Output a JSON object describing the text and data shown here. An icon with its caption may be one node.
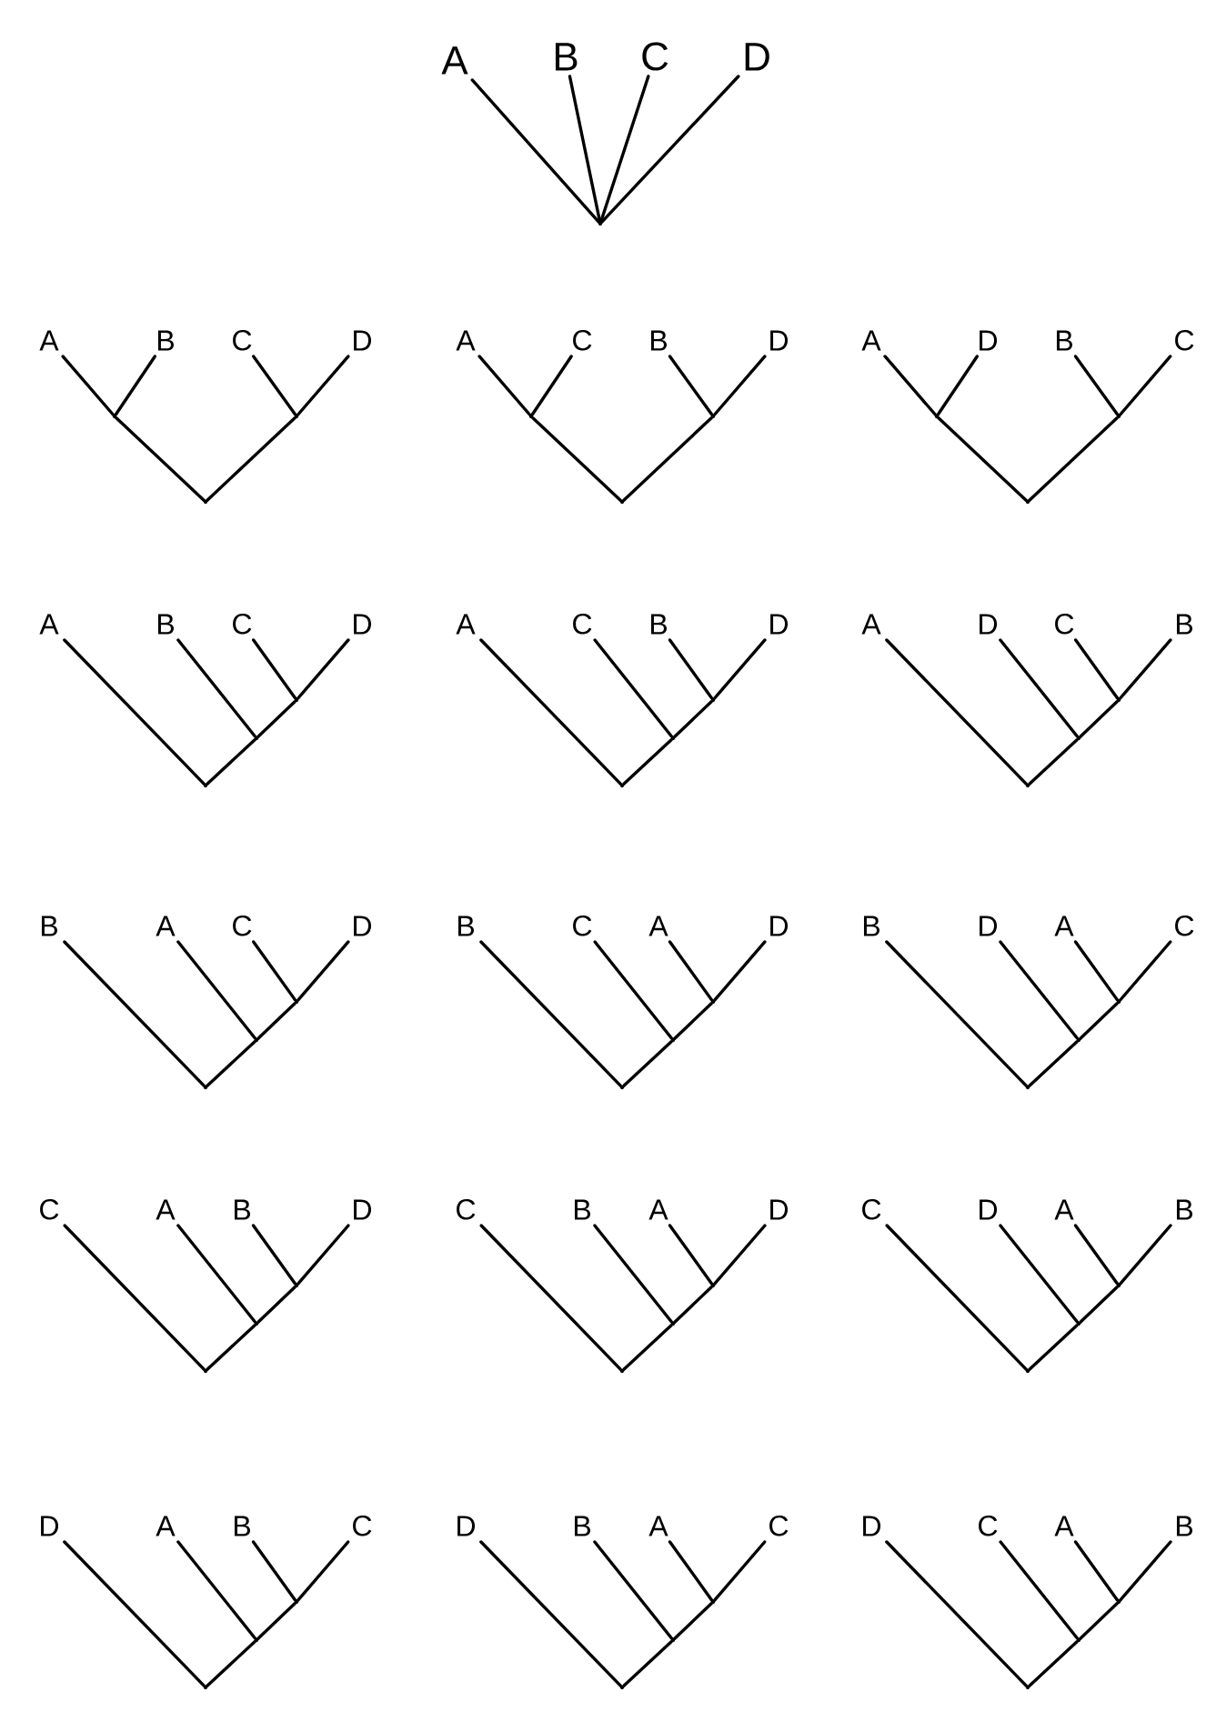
{
  "diagram": {
    "nodes": [
      {
        "text": [
          "A"
        ]
      },
      {
        "text": [
          "B"
        ]
      },
      {
        "text": [
          "C"
        ]
      },
      {
        "text": [
          "D"
        ]
      },
      {
        "text": [],
        "shape": "point"
      },
      {
        "text": [
          "A"
        ]
      },
      {
        "text": [
          "B"
        ]
      },
      {
        "text": [
          "C"
        ]
      },
      {
        "text": [
          "D"
        ]
      },
      {
        "text": [],
        "shape": "point"
      },
      {
        "text": [],
        "shape": "point"
      },
      {
        "text": [],
        "shape": "point"
      },
      {
        "text": [
          "A"
        ]
      },
      {
        "text": [
          "C"
        ]
      },
      {
        "text": [
          "B"
        ]
      },
      {
        "text": [
          "D"
        ]
      },
      {
        "text": [],
        "shape": "point"
      },
      {
        "text": [],
        "shape": "point"
      },
      {
        "text": [],
        "shape": "point"
      },
      {
        "text": [
          "A"
        ]
      },
      {
        "text": [
          "D"
        ]
      },
      {
        "text": [
          "B"
        ]
      },
      {
        "text": [
          "C"
        ]
      },
      {
        "text": [],
        "shape": "point"
      },
      {
        "text": [],
        "shape": "point"
      },
      {
        "text": [],
        "shape": "point"
      },
      {
        "text": [
          "A"
        ]
      },
      {
        "text": [
          "B"
        ]
      },
      {
        "text": [
          "C"
        ]
      },
      {
        "text": [
          "D"
        ]
      },
      {
        "text": [],
        "shape": "point"
      },
      {
        "text": [],
        "shape": "point"
      },
      {
        "text": [],
        "shape": "point"
      },
      {
        "text": [
          "A"
        ]
      },
      {
        "text": [
          "C"
        ]
      },
      {
        "text": [
          "B"
        ]
      },
      {
        "text": [
          "D"
        ]
      },
      {
        "text": [],
        "shape": "point"
      },
      {
        "text": [],
        "shape": "point"
      },
      {
        "text": [],
        "shape": "point"
      },
      {
        "text": [
          "A"
        ]
      },
      {
        "text": [
          "D"
        ]
      },
      {
        "text": [
          "C"
        ]
      },
      {
        "text": [
          "B"
        ]
      },
      {
        "text": [],
        "shape": "point"
      },
      {
        "text": [],
        "shape": "point"
      },
      {
        "text": [],
        "shape": "point"
      },
      {
        "text": [
          "B"
        ]
      },
      {
        "text": [
          "A"
        ]
      },
      {
        "text": [
          "C"
        ]
      },
      {
        "text": [
          "D"
        ]
      },
      {
        "text": [],
        "shape": "point"
      },
      {
        "text": [],
        "shape": "point"
      },
      {
        "text": [],
        "shape": "point"
      },
      {
        "text": [
          "B"
        ]
      },
      {
        "text": [
          "C"
        ]
      },
      {
        "text": [
          "A"
        ]
      },
      {
        "text": [
          "D"
        ]
      },
      {
        "text": [],
        "shape": "point"
      },
      {
        "text": [],
        "shape": "point"
      },
      {
        "text": [],
        "shape": "point"
      },
      {
        "text": [
          "B"
        ]
      },
      {
        "text": [
          "D"
        ]
      },
      {
        "text": [
          "A"
        ]
      },
      {
        "text": [
          "C"
        ]
      },
      {
        "text": [],
        "shape": "point"
      },
      {
        "text": [],
        "shape": "point"
      },
      {
        "text": [],
        "shape": "point"
      },
      {
        "text": [
          "C"
        ]
      },
      {
        "text": [
          "A"
        ]
      },
      {
        "text": [
          "B"
        ]
      },
      {
        "text": [
          "D"
        ]
      },
      {
        "text": [],
        "shape": "point"
      },
      {
        "text": [],
        "shape": "point"
      },
      {
        "text": [],
        "shape": "point"
      },
      {
        "text": [
          "C"
        ]
      },
      {
        "text": [
          "B"
        ]
      },
      {
        "text": [
          "A"
        ]
      },
      {
        "text": [
          "D"
        ]
      },
      {
        "text": [],
        "shape": "point"
      },
      {
        "text": [],
        "shape": "point"
      },
      {
        "text": [],
        "shape": "point"
      },
      {
        "text": [
          "C"
        ]
      },
      {
        "text": [
          "D"
        ]
      },
      {
        "text": [
          "A"
        ]
      },
      {
        "text": [
          "B"
        ]
      },
      {
        "text": [],
        "shape": "point"
      },
      {
        "text": [],
        "shape": "point"
      },
      {
        "text": [],
        "shape": "point"
      },
      {
        "text": [
          "D"
        ]
      },
      {
        "text": [
          "A"
        ]
      },
      {
        "text": [
          "B"
        ]
      },
      {
        "text": [
          "C"
        ]
      },
      {
        "text": [],
        "shape": "point"
      },
      {
        "text": [],
        "shape": "point"
      },
      {
        "text": [],
        "shape": "point"
      },
      {
        "text": [
          "D"
        ]
      },
      {
        "text": [
          "B"
        ]
      },
      {
        "text": [
          "A"
        ]
      },
      {
        "text": [
          "C"
        ]
      },
      {
        "text": [],
        "shape": "point"
      },
      {
        "text": [],
        "shape": "point"
      },
      {
        "text": [],
        "shape": "point"
      },
      {
        "text": [
          "D"
        ]
      },
      {
        "text": [
          "C"
        ]
      },
      {
        "text": [
          "A"
        ]
      },
      {
        "text": [
          "B"
        ]
      },
      {
        "text": [],
        "shape": "point"
      },
      {
        "text": [],
        "shape": "point"
      },
      {
        "text": [],
        "shape": "point"
      }
    ],
    "edges": [
      {
        "from": 4,
        "to": 0,
        "arrow": "none"
      },
      {
        "from": 4,
        "to": 1,
        "arrow": "none"
      },
      {
        "from": 4,
        "to": 2,
        "arrow": "none"
      },
      {
        "from": 4,
        "to": 3,
        "arrow": "none"
      },
      {
        "from": 9,
        "to": 5,
        "arrow": "none"
      },
      {
        "from": 9,
        "to": 6,
        "arrow": "none"
      },
      {
        "from": 10,
        "to": 7,
        "arrow": "none"
      },
      {
        "from": 10,
        "to": 8,
        "arrow": "none"
      },
      {
        "from": 11,
        "to": 9,
        "arrow": "none"
      },
      {
        "from": 11,
        "to": 10,
        "arrow": "none"
      },
      {
        "from": 16,
        "to": 12,
        "arrow": "none"
      },
      {
        "from": 16,
        "to": 13,
        "arrow": "none"
      },
      {
        "from": 17,
        "to": 14,
        "arrow": "none"
      },
      {
        "from": 17,
        "to": 15,
        "arrow": "none"
      },
      {
        "from": 18,
        "to": 16,
        "arrow": "none"
      },
      {
        "from": 18,
        "to": 17,
        "arrow": "none"
      },
      {
        "from": 23,
        "to": 19,
        "arrow": "none"
      },
      {
        "from": 23,
        "to": 20,
        "arrow": "none"
      },
      {
        "from": 24,
        "to": 21,
        "arrow": "none"
      },
      {
        "from": 24,
        "to": 22,
        "arrow": "none"
      },
      {
        "from": 25,
        "to": 23,
        "arrow": "none"
      },
      {
        "from": 25,
        "to": 24,
        "arrow": "none"
      },
      {
        "from": 32,
        "to": 26,
        "arrow": "none"
      },
      {
        "from": 32,
        "to": 31,
        "arrow": "none"
      },
      {
        "from": 31,
        "to": 27,
        "arrow": "none"
      },
      {
        "from": 31,
        "to": 30,
        "arrow": "none"
      },
      {
        "from": 30,
        "to": 28,
        "arrow": "none"
      },
      {
        "from": 30,
        "to": 29,
        "arrow": "none"
      },
      {
        "from": 39,
        "to": 33,
        "arrow": "none"
      },
      {
        "from": 39,
        "to": 38,
        "arrow": "none"
      },
      {
        "from": 38,
        "to": 34,
        "arrow": "none"
      },
      {
        "from": 38,
        "to": 37,
        "arrow": "none"
      },
      {
        "from": 37,
        "to": 35,
        "arrow": "none"
      },
      {
        "from": 37,
        "to": 36,
        "arrow": "none"
      },
      {
        "from": 46,
        "to": 40,
        "arrow": "none"
      },
      {
        "from": 46,
        "to": 45,
        "arrow": "none"
      },
      {
        "from": 45,
        "to": 41,
        "arrow": "none"
      },
      {
        "from": 45,
        "to": 44,
        "arrow": "none"
      },
      {
        "from": 44,
        "to": 42,
        "arrow": "none"
      },
      {
        "from": 44,
        "to": 43,
        "arrow": "none"
      },
      {
        "from": 53,
        "to": 47,
        "arrow": "none"
      },
      {
        "from": 53,
        "to": 52,
        "arrow": "none"
      },
      {
        "from": 52,
        "to": 48,
        "arrow": "none"
      },
      {
        "from": 52,
        "to": 51,
        "arrow": "none"
      },
      {
        "from": 51,
        "to": 49,
        "arrow": "none"
      },
      {
        "from": 51,
        "to": 50,
        "arrow": "none"
      },
      {
        "from": 60,
        "to": 54,
        "arrow": "none"
      },
      {
        "from": 60,
        "to": 59,
        "arrow": "none"
      },
      {
        "from": 59,
        "to": 55,
        "arrow": "none"
      },
      {
        "from": 59,
        "to": 58,
        "arrow": "none"
      },
      {
        "from": 58,
        "to": 56,
        "arrow": "none"
      },
      {
        "from": 58,
        "to": 57,
        "arrow": "none"
      },
      {
        "from": 67,
        "to": 61,
        "arrow": "none"
      },
      {
        "from": 67,
        "to": 66,
        "arrow": "none"
      },
      {
        "from": 66,
        "to": 62,
        "arrow": "none"
      },
      {
        "from": 66,
        "to": 65,
        "arrow": "none"
      },
      {
        "from": 65,
        "to": 63,
        "arrow": "none"
      },
      {
        "from": 65,
        "to": 64,
        "arrow": "none"
      },
      {
        "from": 74,
        "to": 68,
        "arrow": "none"
      },
      {
        "from": 74,
        "to": 73,
        "arrow": "none"
      },
      {
        "from": 73,
        "to": 69,
        "arrow": "none"
      },
      {
        "from": 73,
        "to": 72,
        "arrow": "none"
      },
      {
        "from": 72,
        "to": 70,
        "arrow": "none"
      },
      {
        "from": 72,
        "to": 71,
        "arrow": "none"
      },
      {
        "from": 81,
        "to": 75,
        "arrow": "none"
      },
      {
        "from": 81,
        "to": 80,
        "arrow": "none"
      },
      {
        "from": 80,
        "to": 76,
        "arrow": "none"
      },
      {
        "from": 80,
        "to": 79,
        "arrow": "none"
      },
      {
        "from": 79,
        "to": 77,
        "arrow": "none"
      },
      {
        "from": 79,
        "to": 78,
        "arrow": "none"
      },
      {
        "from": 88,
        "to": 82,
        "arrow": "none"
      },
      {
        "from": 88,
        "to": 87,
        "arrow": "none"
      },
      {
        "from": 87,
        "to": 83,
        "arrow": "none"
      },
      {
        "from": 87,
        "to": 86,
        "arrow": "none"
      },
      {
        "from": 86,
        "to": 84,
        "arrow": "none"
      },
      {
        "from": 86,
        "to": 85,
        "arrow": "none"
      },
      {
        "from": 95,
        "to": 89,
        "arrow": "none"
      },
      {
        "from": 95,
        "to": 94,
        "arrow": "none"
      },
      {
        "from": 94,
        "to": 90,
        "arrow": "none"
      },
      {
        "from": 94,
        "to": 93,
        "arrow": "none"
      },
      {
        "from": 93,
        "to": 91,
        "arrow": "none"
      },
      {
        "from": 93,
        "to": 92,
        "arrow": "none"
      },
      {
        "from": 102,
        "to": 96,
        "arrow": "none"
      },
      {
        "from": 102,
        "to": 101,
        "arrow": "none"
      },
      {
        "from": 101,
        "to": 97,
        "arrow": "none"
      },
      {
        "from": 101,
        "to": 100,
        "arrow": "none"
      },
      {
        "from": 100,
        "to": 98,
        "arrow": "none"
      },
      {
        "from": 100,
        "to": 99,
        "arrow": "none"
      },
      {
        "from": 109,
        "to": 103,
        "arrow": "none"
      },
      {
        "from": 109,
        "to": 108,
        "arrow": "none"
      },
      {
        "from": 108,
        "to": 104,
        "arrow": "none"
      },
      {
        "from": 108,
        "to": 107,
        "arrow": "none"
      },
      {
        "from": 107,
        "to": 105,
        "arrow": "none"
      },
      {
        "from": 107,
        "to": 106,
        "arrow": "none"
      }
    ]
  }
}
